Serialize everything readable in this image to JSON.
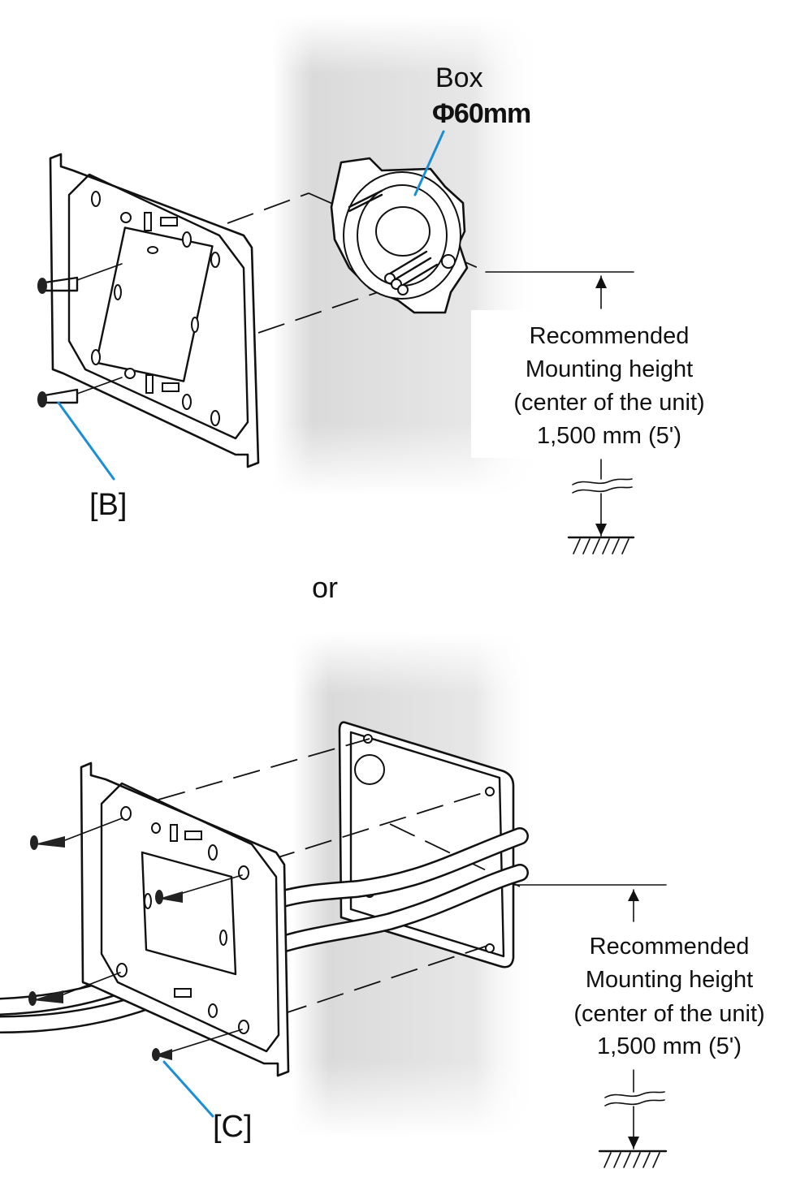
{
  "top": {
    "box_label_line1": "Box",
    "box_label_line2": "Φ60mm",
    "screw_label": "[B]",
    "height_note": {
      "line1": "Recommended",
      "line2": "Mounting height",
      "line3": "(center of the unit)",
      "line4": "1,500 mm (5')"
    }
  },
  "separator": "or",
  "bottom": {
    "screw_label": "[C]",
    "height_note": {
      "line1": "Recommended",
      "line2": "Mounting height",
      "line3": "(center of the unit)",
      "line4": "1,500 mm (5')"
    }
  },
  "colors": {
    "leader": "#1a8fd6",
    "wall_shade": "#d9d9d9",
    "line": "#111111"
  },
  "icons": [
    "screw-icon",
    "mounting-plate",
    "round-box",
    "square-box",
    "ground-symbol",
    "height-arrow"
  ]
}
